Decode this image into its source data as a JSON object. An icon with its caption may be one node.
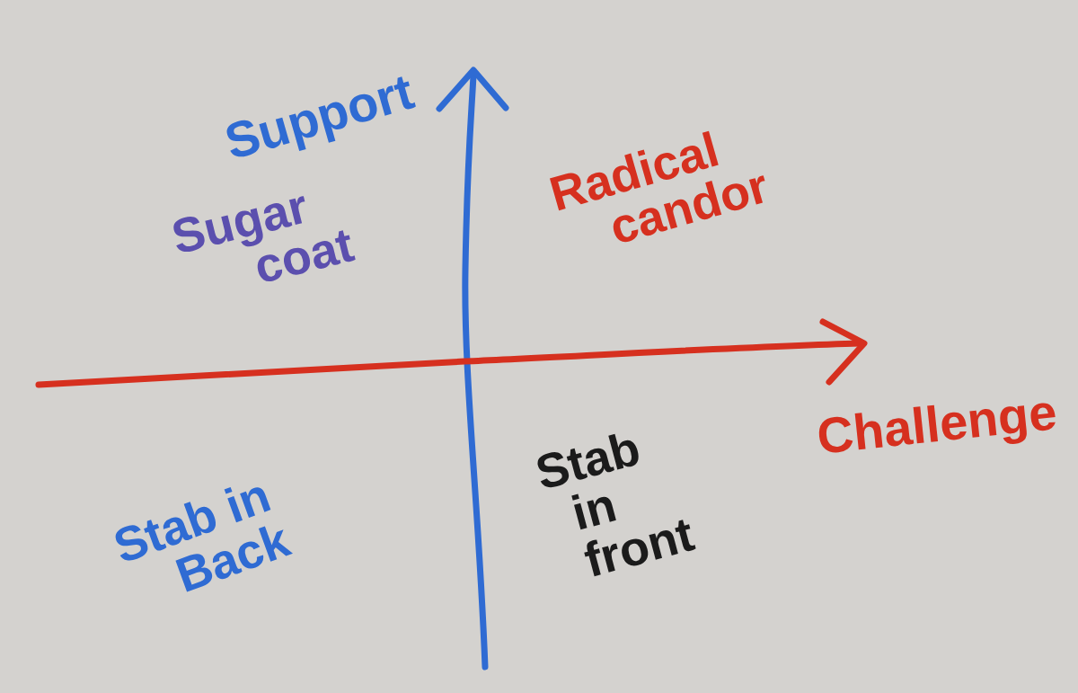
{
  "diagram": {
    "labels": [
      "Support",
      "Sugar coat",
      "Radical candor",
      "Challenge",
      "Stab in Back",
      "Stab in front"
    ]
  }
}
